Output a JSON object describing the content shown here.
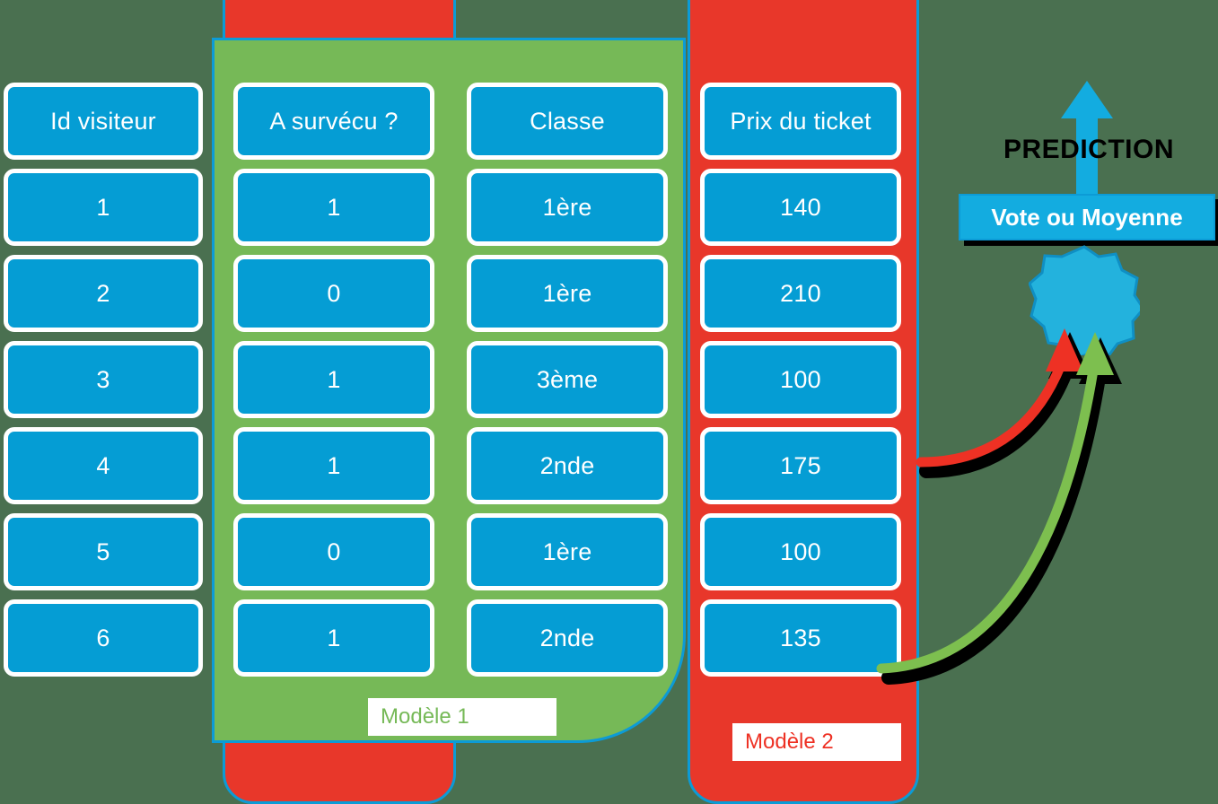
{
  "diagram": {
    "title": "Random Forest / Ensemble model diagram",
    "background_color": "#4a7050",
    "colors": {
      "cell_blue": "#059dd4",
      "panel_green": "#76b957",
      "panel_red": "#e8372a",
      "panel_border_blue": "#0c9bd6",
      "burst_blue": "#23b2dd",
      "arrow_red": "#ee3124",
      "arrow_green": "#7dbf4f",
      "arrow_shadow": "#000000"
    }
  },
  "table": {
    "columns": [
      {
        "key": "id_visiteur",
        "header": "Id visiteur",
        "values": [
          "1",
          "2",
          "3",
          "4",
          "5",
          "6"
        ]
      },
      {
        "key": "a_survecu",
        "header": "A survécu ?",
        "values": [
          "1",
          "0",
          "1",
          "1",
          "0",
          "1"
        ]
      },
      {
        "key": "classe",
        "header": "Classe",
        "values": [
          "1ère",
          "1ère",
          "3ème",
          "2nde",
          "1ère",
          "2nde"
        ]
      },
      {
        "key": "prix_du_ticket",
        "header": "Prix du ticket",
        "values": [
          "140",
          "210",
          "100",
          "175",
          "100",
          "135"
        ]
      }
    ]
  },
  "models": {
    "model1": {
      "label": "Modèle 1",
      "text_color": "#76b957"
    },
    "model2": {
      "label": "Modèle 2",
      "text_color": "#ee3124"
    }
  },
  "prediction": {
    "arrow_label": "PREDICTION",
    "aggregation_label": "Vote ou Moyenne"
  }
}
